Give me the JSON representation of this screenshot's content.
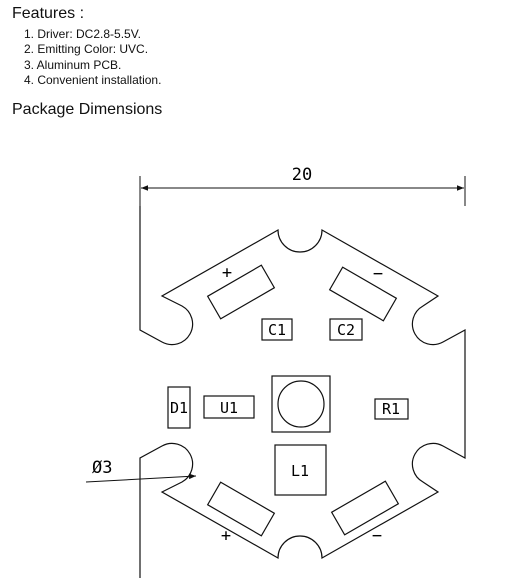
{
  "header": {
    "features_title": "Features :",
    "features": [
      "1. Driver: DC2.8-5.5V.",
      "2. Emitting Color: UVC.",
      "3. Aluminum PCB.",
      "4. Convenient installation."
    ],
    "package_title": "Package Dimensions"
  },
  "drawing": {
    "width_dim": "20",
    "hole_dim": "Ø3",
    "labels": {
      "c1": "C1",
      "c2": "C2",
      "d1": "D1",
      "u1": "U1",
      "r1": "R1",
      "l1": "L1",
      "plus_top": "+",
      "minus_top": "−",
      "plus_bottom": "+",
      "minus_bottom": "−"
    }
  }
}
